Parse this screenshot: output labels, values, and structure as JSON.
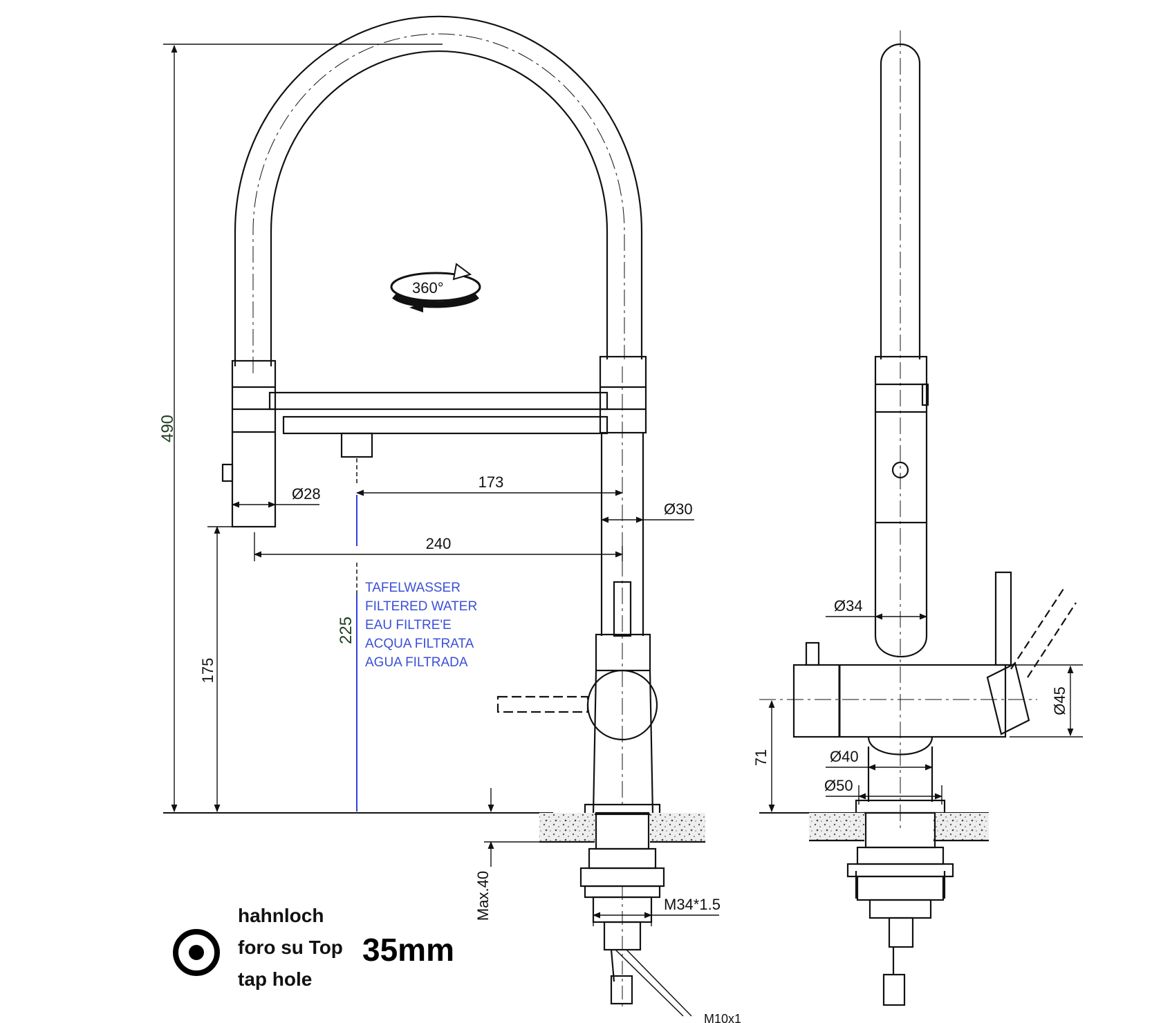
{
  "front_view": {
    "height_total": "490",
    "rotation": "360°",
    "dia_spray": "Ø28",
    "dia_body": "Ø30",
    "reach_filter": "173",
    "reach_main": "240",
    "outlet_height": "175",
    "filter_height": "225",
    "filtered_water_labels": [
      "TAFELWASSER",
      "FILTERED WATER",
      "EAU FILTRE'E",
      "ACQUA FILTRATA",
      "AGUA FILTRADA"
    ],
    "max_thickness": "Max.40",
    "thread": "M34*1.5",
    "hose_thread": "M10x1"
  },
  "side_view": {
    "dia_neck": "Ø34",
    "dia_body": "Ø45",
    "dia_base": "Ø40",
    "dia_flange": "Ø50",
    "body_height": "71"
  },
  "tap_hole": {
    "label_de": "hahnloch",
    "label_it": "foro su Top",
    "label_en": "tap hole",
    "size": "35mm"
  },
  "colors": {
    "line": "#111111",
    "label_blue": "#3a4fd8",
    "guide_blue": "#2f3fe0"
  }
}
